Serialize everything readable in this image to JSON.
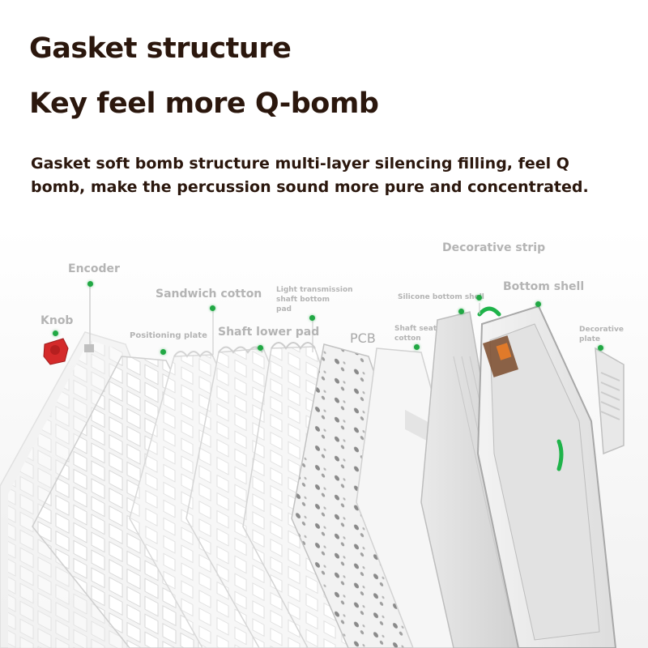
{
  "header": {
    "title": "Gasket structure",
    "subtitle": "Key feel more Q-bomb",
    "description": "Gasket soft bomb structure multi-layer silencing filling, feel Q bomb, make the percussion sound more pure and concentrated."
  },
  "labels": {
    "knob": "Knob",
    "encoder": "Encoder",
    "positioning_plate": "Positioning plate",
    "sandwich_cotton": "Sandwich cotton",
    "shaft_lower_pad": "Shaft lower pad",
    "light_pad_line1": "Light transmission",
    "light_pad_line2": "shaft bottom",
    "light_pad_line3": "pad",
    "pcb": "PCB",
    "shaft_seat_line1": "Shaft seat",
    "shaft_seat_line2": "cotton",
    "silicone_bottom_shell": "Silicone bottom shell",
    "decorative_strip": "Decorative strip",
    "bottom_shell": "Bottom shell",
    "decorative_plate_line1": "Decorative",
    "decorative_plate_line2": "plate"
  },
  "colors": {
    "heading": "#2b170d",
    "label": "#b4b4b4",
    "marker": "#21a844",
    "knob": "#d42a2a"
  }
}
